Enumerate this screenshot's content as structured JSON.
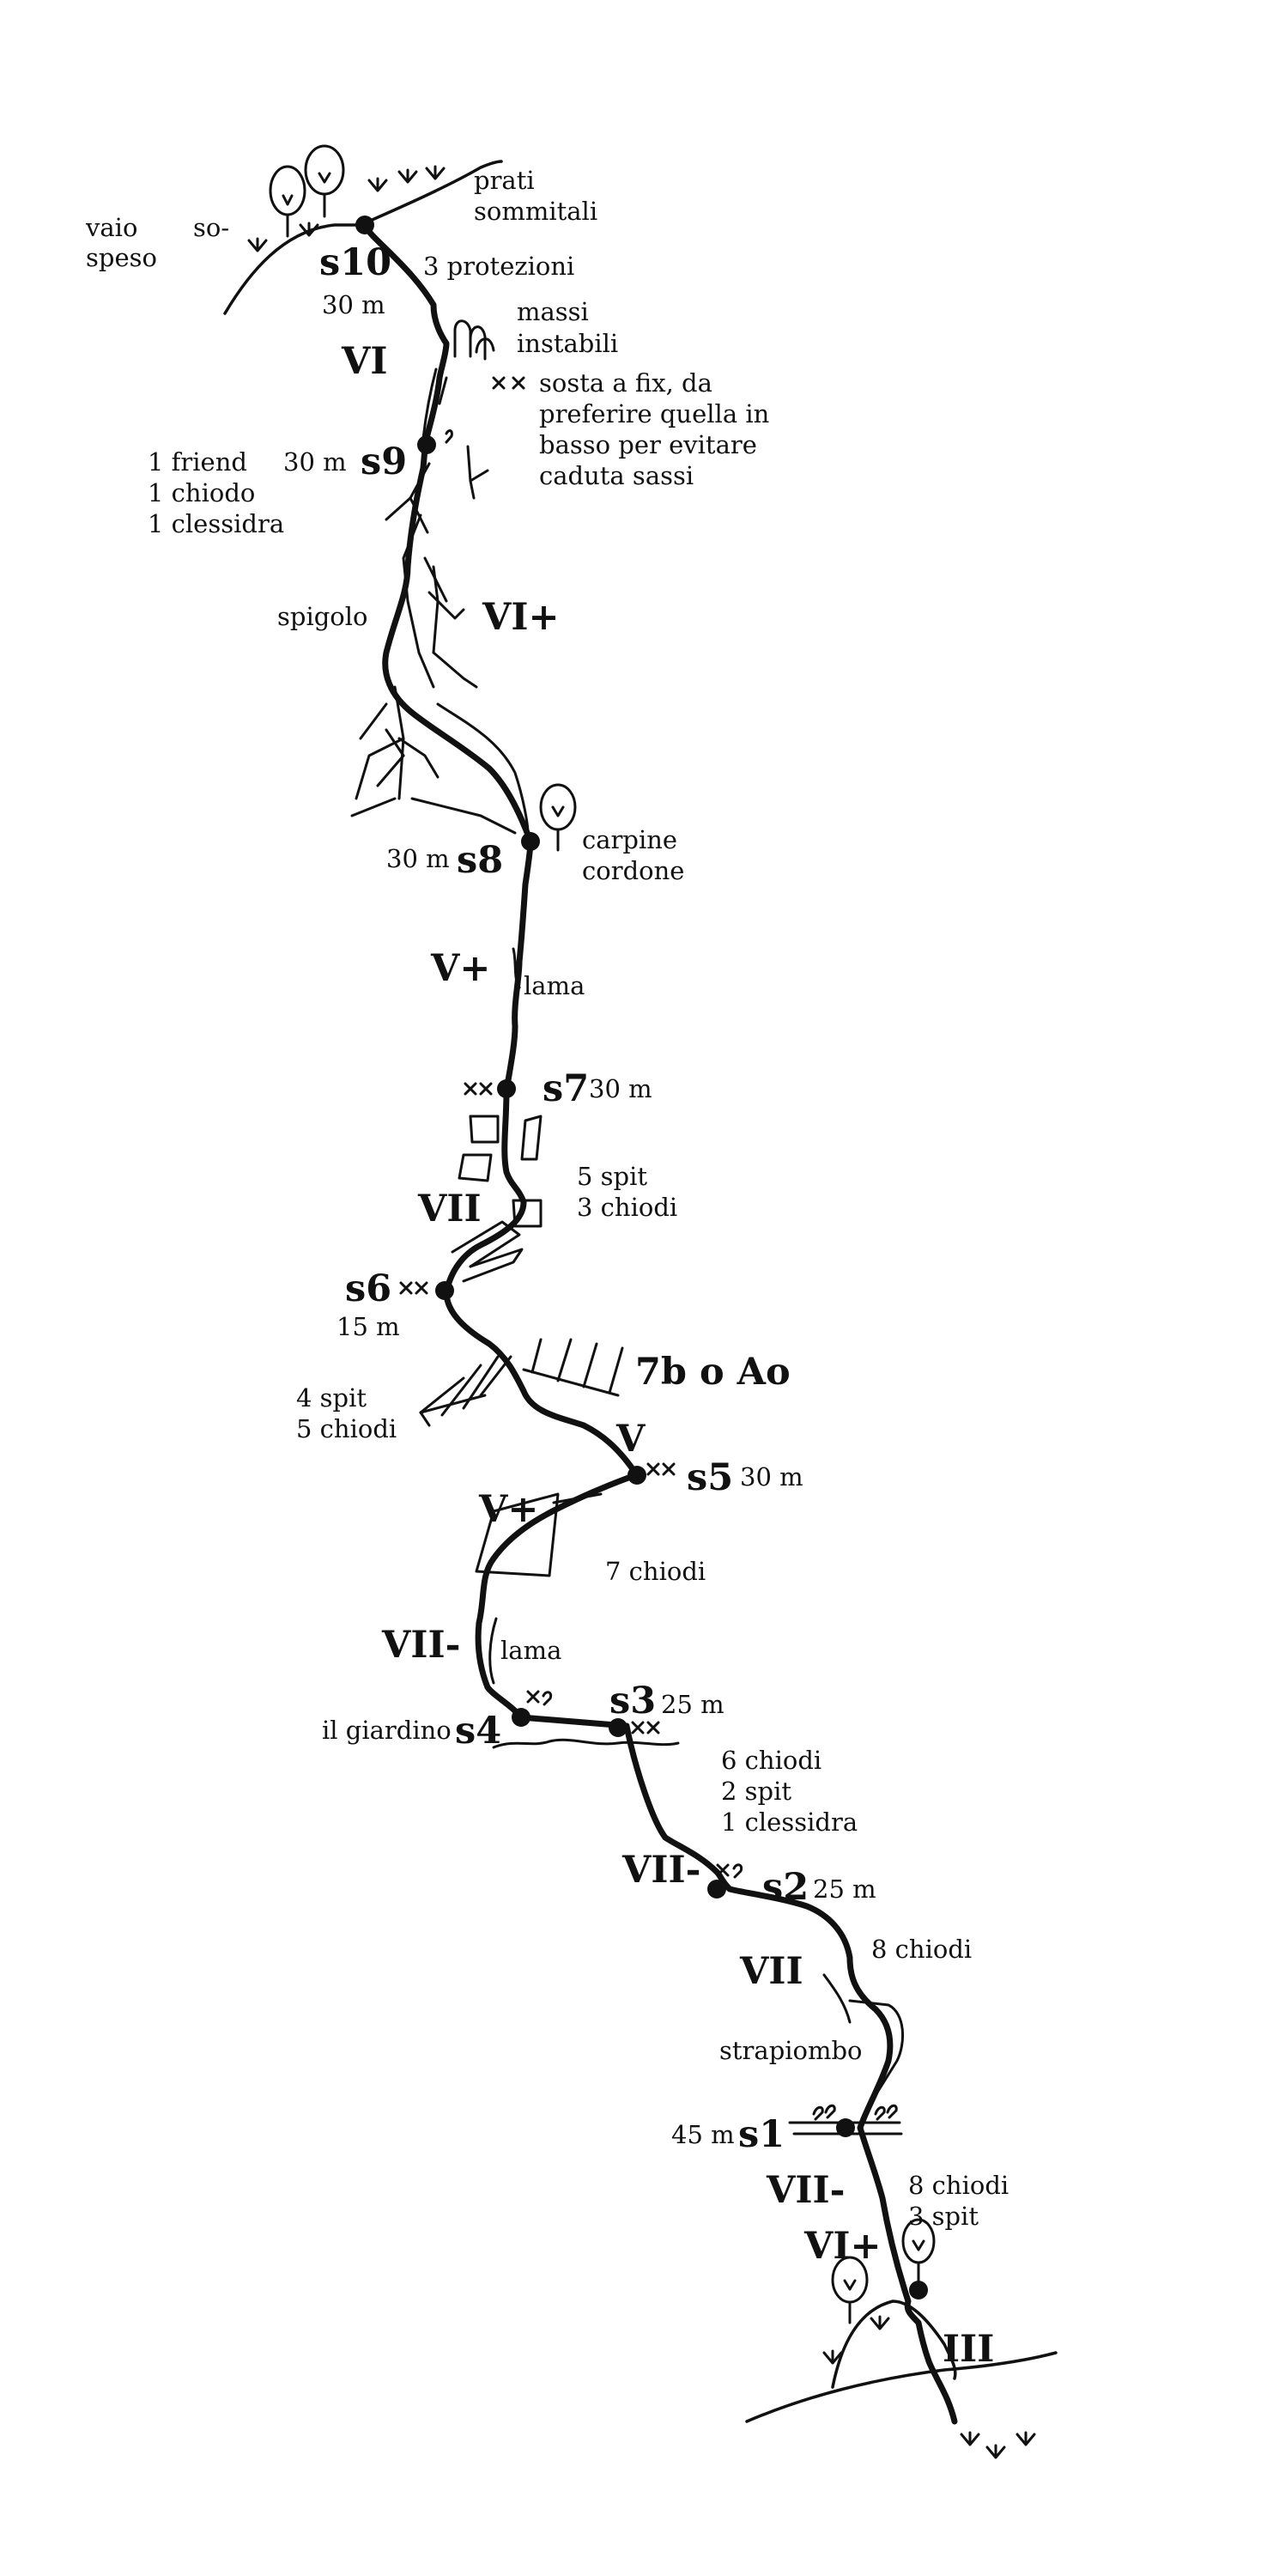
{
  "belays": [
    {
      "label": "s10",
      "length": "30 m",
      "note": "3 protezioni"
    },
    {
      "label": "s9",
      "length": "30 m",
      "gear": [
        "1 friend",
        "1 chiodo",
        "1 clessidra"
      ]
    },
    {
      "label": "s8",
      "length": "30 m",
      "note": [
        "carpine",
        "cordone"
      ]
    },
    {
      "label": "s7",
      "length": "30 m"
    },
    {
      "label": "s6",
      "length": "15 m"
    },
    {
      "label": "s5",
      "length": "30 m"
    },
    {
      "label": "s4",
      "note": "il giardino"
    },
    {
      "label": "s3",
      "length": "25 m"
    },
    {
      "label": "s2",
      "length": "25 m"
    },
    {
      "label": "s1",
      "length": "45 m"
    }
  ],
  "grades": [
    "VI",
    "VI+",
    "V+",
    "VII",
    "7b o Ao",
    "V",
    "V+",
    "VII-",
    "VII-",
    "VII",
    "VII-",
    "VI+",
    "III"
  ],
  "notes": {
    "vaio_sospeso": [
      "vaio",
      "so-",
      "speso"
    ],
    "prati": [
      "prati",
      "sommitali"
    ],
    "massi": [
      "massi",
      "instabili"
    ],
    "sosta_fix": [
      "sosta a fix, da",
      "preferire quella in",
      "basso per evitare",
      "caduta sassi"
    ],
    "spigolo": "spigolo",
    "lama_upper": "lama",
    "p7_gear": [
      "5 spit",
      "3 chiodi"
    ],
    "p6_gear": [
      "4 spit",
      "5 chiodi"
    ],
    "p5_gear": "7 chiodi",
    "lama_lower": "lama",
    "p3_gear": [
      "6 chiodi",
      "2 spit",
      "1 clessidra"
    ],
    "p2_gear": "8 chiodi",
    "strapiombo": "strapiombo",
    "p1_gear": [
      "8 chiodi",
      "3 spit"
    ]
  }
}
